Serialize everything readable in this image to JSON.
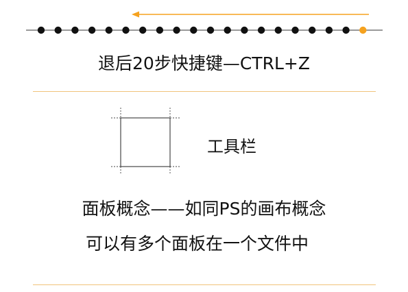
{
  "caption": "退后20步快捷键—CTRL+Z",
  "toolbar_label": "工具栏",
  "body_lines": [
    "面板概念——如同PS的画布概念",
    "可以有多个面板在一个文件中"
  ],
  "icons": {
    "arrow": "left-arrow-icon",
    "artboard": "artboard-icon"
  },
  "timeline": {
    "dot_count": 20,
    "active_index": 19
  },
  "colors": {
    "accent": "#f5a21f",
    "dot": "#111111",
    "rule": "#f0c27a",
    "text": "#111111"
  }
}
